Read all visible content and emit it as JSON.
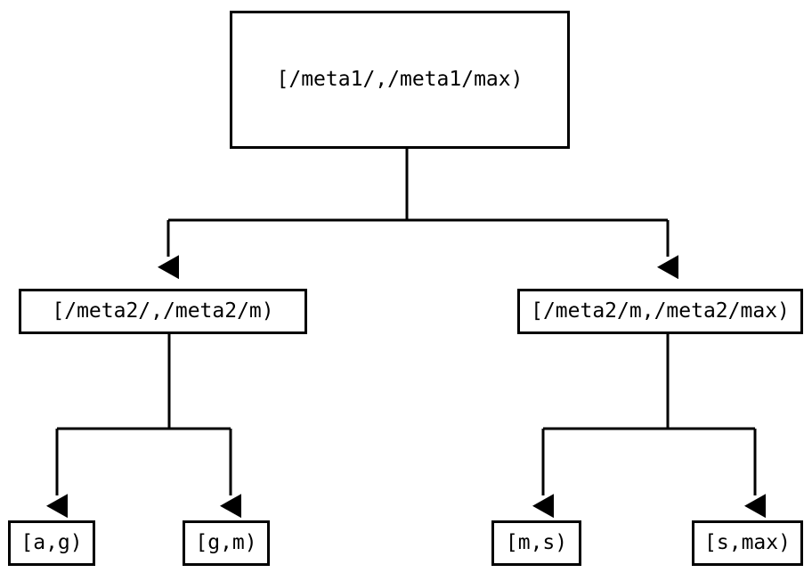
{
  "diagram": {
    "type": "tree",
    "title": "",
    "background_color": "#ffffff",
    "line_color": "#000000",
    "text_color": "#000000",
    "nodes": {
      "root": {
        "label": "[/meta1/,/meta1/max)"
      },
      "mid_left": {
        "label": "[/meta2/,/meta2/m)"
      },
      "mid_right": {
        "label": "[/meta2/m,/meta2/max)"
      },
      "leaf_1": {
        "label": "[a,g)"
      },
      "leaf_2": {
        "label": "[g,m)"
      },
      "leaf_3": {
        "label": "[m,s)"
      },
      "leaf_4": {
        "label": "[s,max)"
      }
    },
    "edges": [
      {
        "from": "root",
        "to": "mid_left",
        "arrow": "down"
      },
      {
        "from": "root",
        "to": "mid_right",
        "arrow": "down"
      },
      {
        "from": "mid_left",
        "to": "leaf_1",
        "arrow": "down"
      },
      {
        "from": "mid_left",
        "to": "leaf_2",
        "arrow": "down"
      },
      {
        "from": "mid_right",
        "to": "leaf_3",
        "arrow": "down"
      },
      {
        "from": "mid_right",
        "to": "leaf_4",
        "arrow": "down"
      }
    ]
  }
}
